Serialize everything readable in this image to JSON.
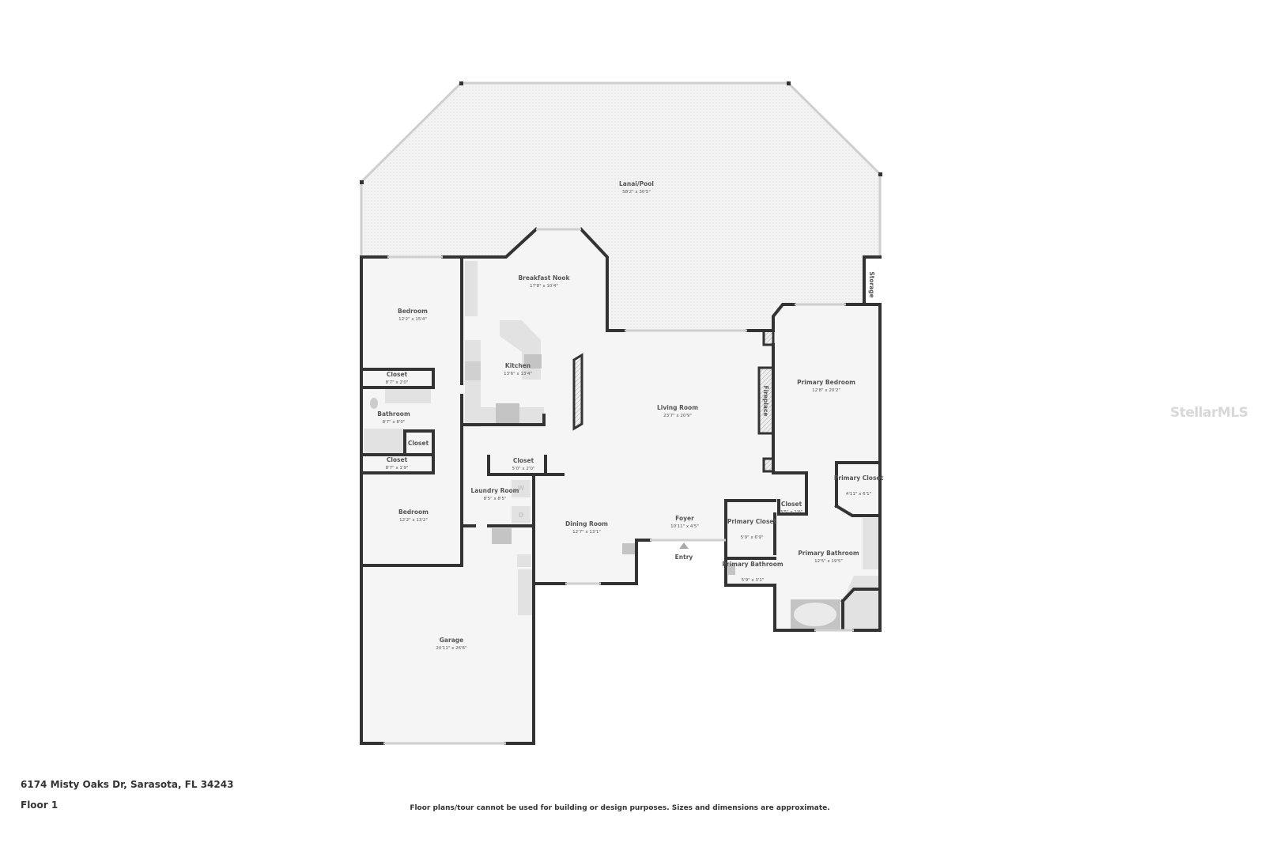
{
  "address": "6174 Misty Oaks Dr, Sarasota, FL 34243",
  "floor_label": "Floor 1",
  "disclaimer": "Floor plans/tour cannot be used for building or design purposes. Sizes and dimensions are approximate.",
  "watermark": "StellarMLS",
  "entry_label": "Entry",
  "fireplace_label": "Fireplace",
  "storage_label": "Storage",
  "appliance_labels": {
    "washer": "W",
    "dryer": "D"
  },
  "rooms": [
    {
      "name": "Lanai/Pool",
      "dims": "58'2\" x 30'5\""
    },
    {
      "name": "Breakfast Nook",
      "dims": "17'8\" x 10'4\""
    },
    {
      "name": "Bedroom",
      "dims": "12'2\" x 15'4\""
    },
    {
      "name": "Kitchen",
      "dims": "13'6\" x 13'4\""
    },
    {
      "name": "Closet",
      "dims": "8'7\" x 2'0\""
    },
    {
      "name": "Bathroom",
      "dims": "8'7\" x 8'0\""
    },
    {
      "name": "Closet",
      "dims": ""
    },
    {
      "name": "Closet",
      "dims": "8'7\" x 1'9\""
    },
    {
      "name": "Closet",
      "dims": "5'0\" x 2'0\""
    },
    {
      "name": "Laundry Room",
      "dims": "8'5\" x 8'5\""
    },
    {
      "name": "Bedroom",
      "dims": "12'2\" x 13'2\""
    },
    {
      "name": "Living Room",
      "dims": "23'7\" x 20'9\""
    },
    {
      "name": "Dining Room",
      "dims": "12'7\" x 13'1\""
    },
    {
      "name": "Foyer",
      "dims": "10'11\" x 4'5\""
    },
    {
      "name": "Primary Bedroom",
      "dims": "12'8\" x 20'2\""
    },
    {
      "name": "Primary Closet",
      "dims": "4'11\" x 6'1\""
    },
    {
      "name": "Closet",
      "dims": "3'5\" x 1'6\""
    },
    {
      "name": "Primary Closet",
      "dims": "5'9\" x 6'9\""
    },
    {
      "name": "Primary Bathroom",
      "dims": "12'5\" x 19'5\""
    },
    {
      "name": "Primary Bathroom",
      "dims": "5'9\" x 3'1\""
    },
    {
      "name": "Garage",
      "dims": "20'11\" x 26'6\""
    }
  ],
  "colors": {
    "wall": "#333333",
    "floor": "#f5f5f5",
    "lanai": "#f1f1f1",
    "text": "#555555"
  }
}
